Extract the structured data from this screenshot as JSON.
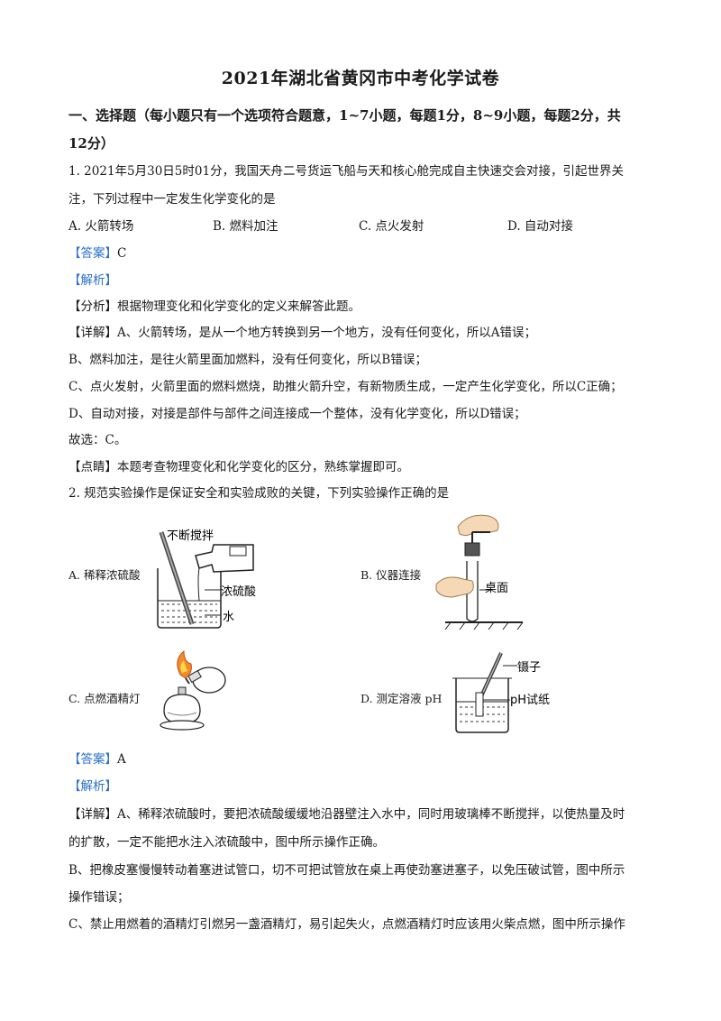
{
  "title": "2021年湖北省黄冈市中考化学试卷",
  "section": {
    "line1": "一、选择题（每小题只有一个选项符合题意，1~7小题，每题1分，8~9小题，每题2分，共",
    "line2": "12分）"
  },
  "q1": {
    "stem1": "1. 2021年5月30日5时01分，我国天舟二号货运飞船与天和核心舱完成自主快速交会对接，引起世界关",
    "stem2": "注，下列过程中一定发生化学变化的是",
    "options": [
      "A. 火箭转场",
      "B. 燃料加注",
      "C. 点火发射",
      "D. 自动对接"
    ],
    "answer_tag": "【答案】",
    "answer": "C",
    "analysis_tag": "【解析】",
    "fenxi_tag": "【分析】",
    "fenxi": "根据物理变化和化学变化的定义来解答此题。",
    "detail_tag": "【详解】",
    "detail_a": "A、火箭转场，是从一个地方转换到另一个地方，没有任何变化，所以A错误；",
    "detail_b": "B、燃料加注，是往火箭里面加燃料，没有任何变化，所以B错误；",
    "detail_c": "C、点火发射，火箭里面的燃料燃烧，助推火箭升空，有新物质生成，一定产生化学变化，所以C正确；",
    "detail_d": "D、自动对接，对接是部件与部件之间连接成一个整体，没有化学变化，所以D错误；",
    "choose": "故选：C。",
    "dianjing_tag": "【点睛】",
    "dianjing": "本题考查物理变化和化学变化的区分，熟练掌握即可。"
  },
  "q2": {
    "stem": "2. 规范实验操作是保证安全和实验成败的关键，下列实验操作正确的是",
    "figA": {
      "label": "A.  稀释浓硫酸",
      "stir": "不断搅拌",
      "acid": "浓硫酸",
      "water": "水"
    },
    "figB": {
      "label": "B.  仪器连接",
      "table": "桌面"
    },
    "figC": {
      "label": "C.  点燃酒精灯"
    },
    "figD": {
      "label": "D.  测定溶液 pH",
      "tweezer": "镊子",
      "paper": "pH试纸"
    },
    "answer_tag": "【答案】",
    "answer": "A",
    "analysis_tag": "【解析】",
    "detail_tag": "【详解】",
    "detail_a1": "A、稀释浓硫酸时，要把浓硫酸缓缓地沿器壁注入水中，同时用玻璃棒不断搅拌，以使热量及时",
    "detail_a2": "的扩散，一定不能把水注入浓硫酸中，图中所示操作正确。",
    "detail_b1": "B、把橡皮塞慢慢转动着塞进试管口，切不可把试管放在桌上再使劲塞进塞子，以免压破试管，图中所示",
    "detail_b2": "操作错误；",
    "detail_c1": "C、禁止用燃着的酒精灯引燃另一盏酒精灯，易引起失火，点燃酒精灯时应该用火柴点燃，图中所示操作"
  }
}
